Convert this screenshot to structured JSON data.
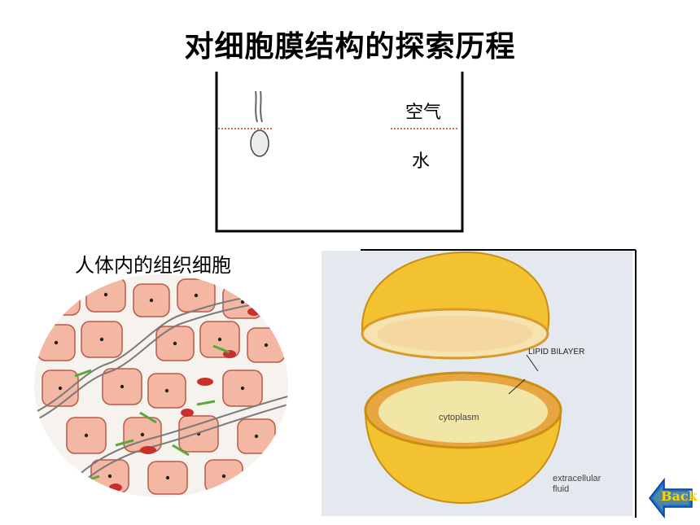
{
  "slide": {
    "title": "对细胞膜结构的探索历程"
  },
  "experiment": {
    "air_label": "空气",
    "water_label": "水"
  },
  "tissue": {
    "caption": "人体内的组织细胞"
  },
  "membrane": {
    "lipid_label": "LIPID BILAYER",
    "cytoplasm_label": "cytoplasm",
    "extracellular_line1": "extracellular",
    "extracellular_line2": "fluid"
  },
  "nav": {
    "back_label": "Back"
  },
  "colors": {
    "water_line": "#c0392b",
    "cell_fill": "#f4b7a3",
    "rbc": "#c9302c",
    "membrane_outer": "#f2c230",
    "back_button": "#1a6fd1"
  }
}
